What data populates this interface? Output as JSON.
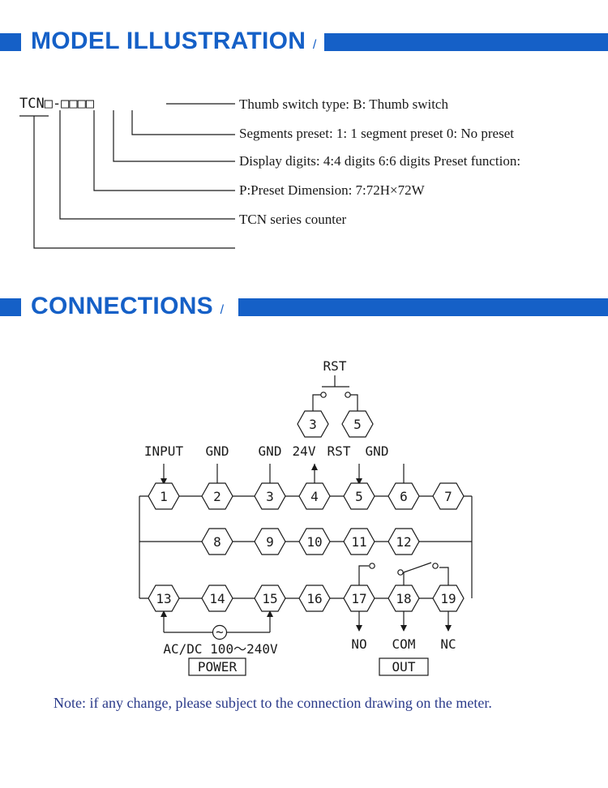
{
  "sections": {
    "model_title": "MODEL ILLUSTRATION",
    "connections_title": "CONNECTIONS",
    "slash": "/"
  },
  "model": {
    "code": "TCN□-□□□□",
    "descriptions": [
      "Thumb switch type: B: Thumb switch",
      "Segments preset: 1: 1 segment preset 0: No preset",
      "Display digits: 4:4 digits 6:6 digits  Preset function:",
      "P:Preset  Dimension:  7:72H×72W",
      "TCN series counter"
    ]
  },
  "connections": {
    "rst_label": "RST",
    "rst_terminals": [
      "3",
      "5"
    ],
    "top_labels": [
      "INPUT",
      "GND",
      "GND",
      "24V",
      "RST",
      "GND"
    ],
    "row1": [
      "1",
      "2",
      "3",
      "4",
      "5",
      "6",
      "7"
    ],
    "row2": [
      "8",
      "9",
      "10",
      "11",
      "12"
    ],
    "row3": [
      "13",
      "14",
      "15",
      "16",
      "17",
      "18",
      "19"
    ],
    "power_range": "AC/DC 100～240V",
    "power_label": "POWER",
    "out_labels": [
      "NO",
      "COM",
      "NC"
    ],
    "out_label": "OUT",
    "ac_symbol": "~"
  },
  "note": "Note: if any change, please subject to the connection drawing on the meter.",
  "colors": {
    "accent": "#1560c7",
    "note": "#2a3a8a"
  }
}
